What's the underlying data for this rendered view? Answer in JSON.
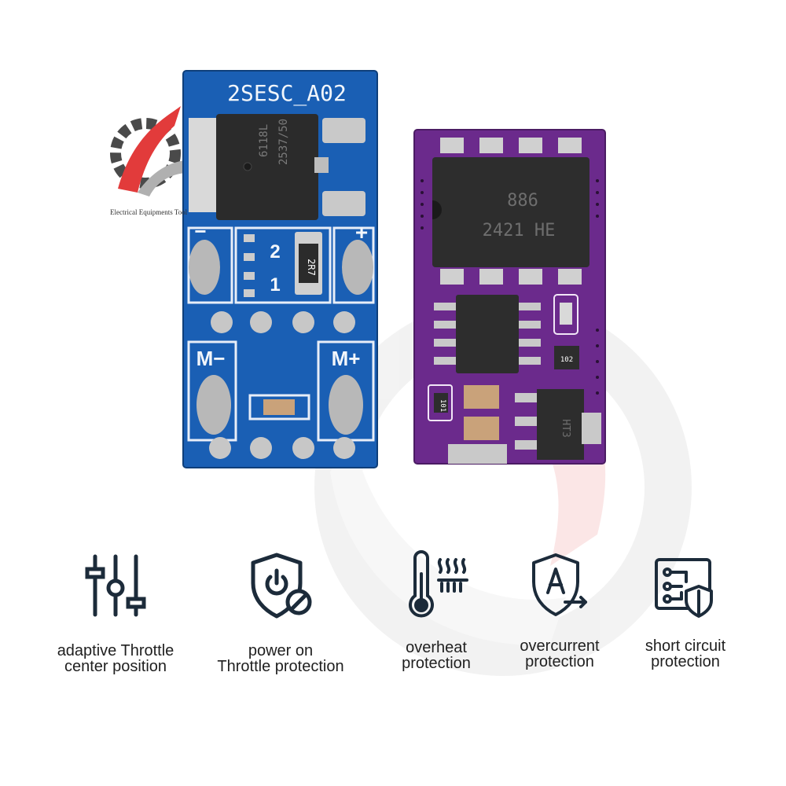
{
  "brand": {
    "logo_text": "Electrical Equipments Tool",
    "gear_color": "#444444",
    "accent_color": "#e23b3b"
  },
  "boards": {
    "blue": {
      "title": "2SESC_A02",
      "chip_line1": "6118L",
      "chip_line2": "2537/50",
      "marking_2": "2",
      "marking_1": "1",
      "resistor": "2R7",
      "minus": "−",
      "plus": "+",
      "motor_minus": "M−",
      "motor_plus": "M+",
      "color": "#1a5fb4"
    },
    "purple": {
      "ic_line1": "886",
      "ic_line2": "2421 HE",
      "smd_102": "102",
      "smd_101": "101",
      "sot_label": "HT3",
      "color": "#6b2a8c"
    }
  },
  "features": [
    {
      "line1": "adaptive Throttle",
      "line2": "center position",
      "icon": "sliders-icon"
    },
    {
      "line1": "power on",
      "line2": "Throttle protection",
      "icon": "shield-power-icon"
    },
    {
      "line1": "overheat",
      "line2": "protection",
      "icon": "thermometer-heat-icon"
    },
    {
      "line1": "overcurrent",
      "line2": "protection",
      "icon": "shield-ampere-icon"
    },
    {
      "line1": "short circuit",
      "line2": "protection",
      "icon": "circuit-shield-icon"
    }
  ],
  "icon_color": "#1c2b3a"
}
